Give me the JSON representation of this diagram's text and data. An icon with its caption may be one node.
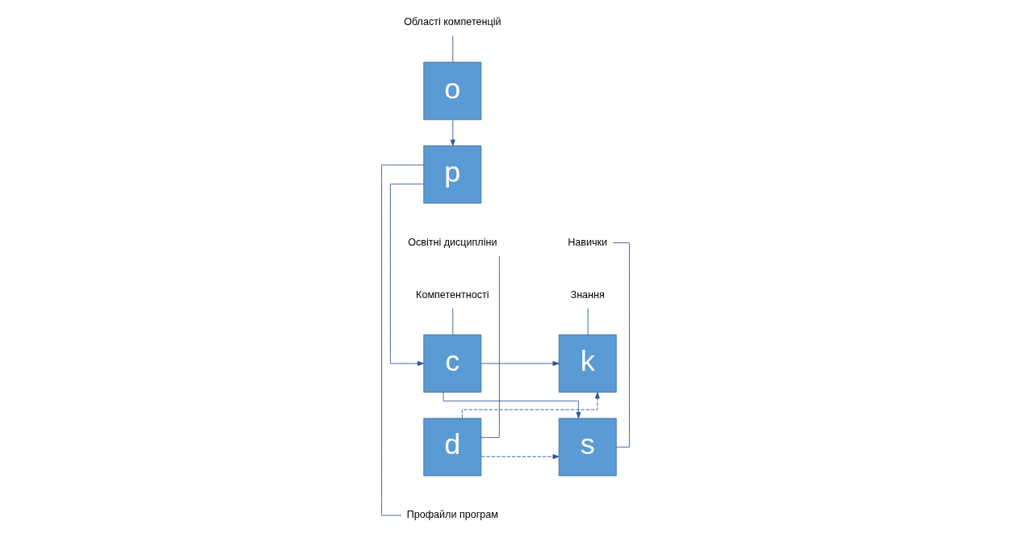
{
  "diagram": {
    "nodes": [
      {
        "text": [
          "Області компетенцій"
        ]
      },
      {
        "text": [
          "o"
        ]
      },
      {
        "text": [
          "Профайли програм"
        ]
      },
      {
        "text": [
          "p"
        ]
      },
      {
        "text": [
          "Компетентності"
        ]
      },
      {
        "text": [
          "c"
        ]
      },
      {
        "text": [
          "k"
        ]
      },
      {
        "text": [
          "Знання"
        ]
      },
      {
        "text": [
          "Навички"
        ]
      },
      {
        "text": [
          "s"
        ]
      },
      {
        "text": [
          "Освітні дисципліни"
        ]
      },
      {
        "text": [
          "d"
        ]
      }
    ],
    "edges": [
      {
        "from": 0,
        "to": 1,
        "arrow": "none"
      },
      {
        "from": 1,
        "to": 3,
        "arrow": "to"
      },
      {
        "from": 2,
        "to": 3,
        "arrow": "none"
      },
      {
        "from": 3,
        "to": 5,
        "arrow": "to"
      },
      {
        "from": 4,
        "to": 5,
        "arrow": "none"
      },
      {
        "from": 5,
        "to": 6,
        "arrow": "to"
      },
      {
        "from": 5,
        "to": 9,
        "arrow": "to"
      },
      {
        "from": 7,
        "to": 6,
        "arrow": "none"
      },
      {
        "from": 8,
        "to": 9,
        "arrow": "none"
      },
      {
        "from": 11,
        "to": 6,
        "arrow": "to",
        "style": "dashed"
      },
      {
        "from": 11,
        "to": 9,
        "arrow": "to",
        "style": "dashed"
      },
      {
        "from": 10,
        "to": 11,
        "arrow": "none"
      }
    ]
  }
}
